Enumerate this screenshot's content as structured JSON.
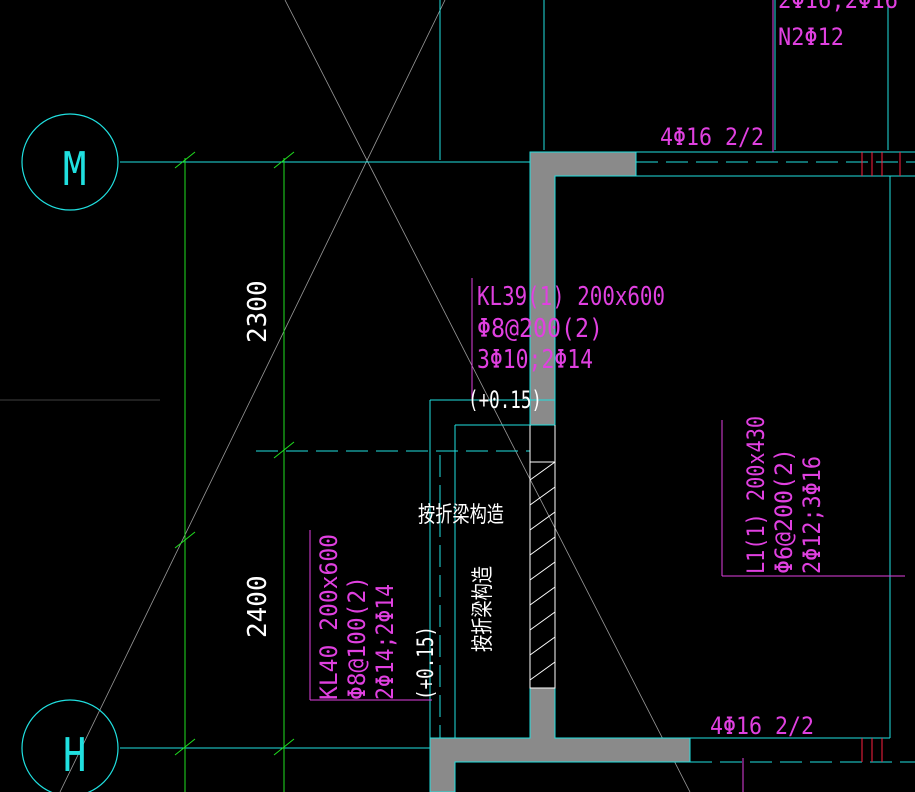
{
  "colors": {
    "background": "#000000",
    "grid_axis": "#20e0e0",
    "dimension": "#20e020",
    "annotation": "#e040e0",
    "wall_fill": "#8a8a8a",
    "beam_edge": "#20e0e0",
    "hidden_line": "#ff2040",
    "text_white": "#ffffff"
  },
  "axes": {
    "m_label": "M",
    "h_label": "H"
  },
  "dimensions": {
    "upper": "2300",
    "lower": "2400"
  },
  "top_right_partial": {
    "line1": "2Φ16,2Φ16",
    "line2": "N2Φ12"
  },
  "rebar_top": "4Φ16 2/2",
  "rebar_bottom": "4Φ16 2/2",
  "kl39": {
    "line1": "KL39(1) 200x600",
    "line2": "Φ8@200(2)",
    "line3": "3Φ10;2Φ14",
    "elevation": "(+0.15)"
  },
  "kl40": {
    "line1": "KL40 200x600",
    "line2": "Φ8@100(2)",
    "line3": "2Φ14;2Φ14",
    "elevation": "(+0.15)"
  },
  "l1": {
    "line1": "L1(1) 200x430",
    "line2": "Φ6@200(2)",
    "line3": "2Φ12;3Φ16"
  },
  "notes": {
    "horizontal": "按折梁构造",
    "vertical": "按折梁构造"
  }
}
